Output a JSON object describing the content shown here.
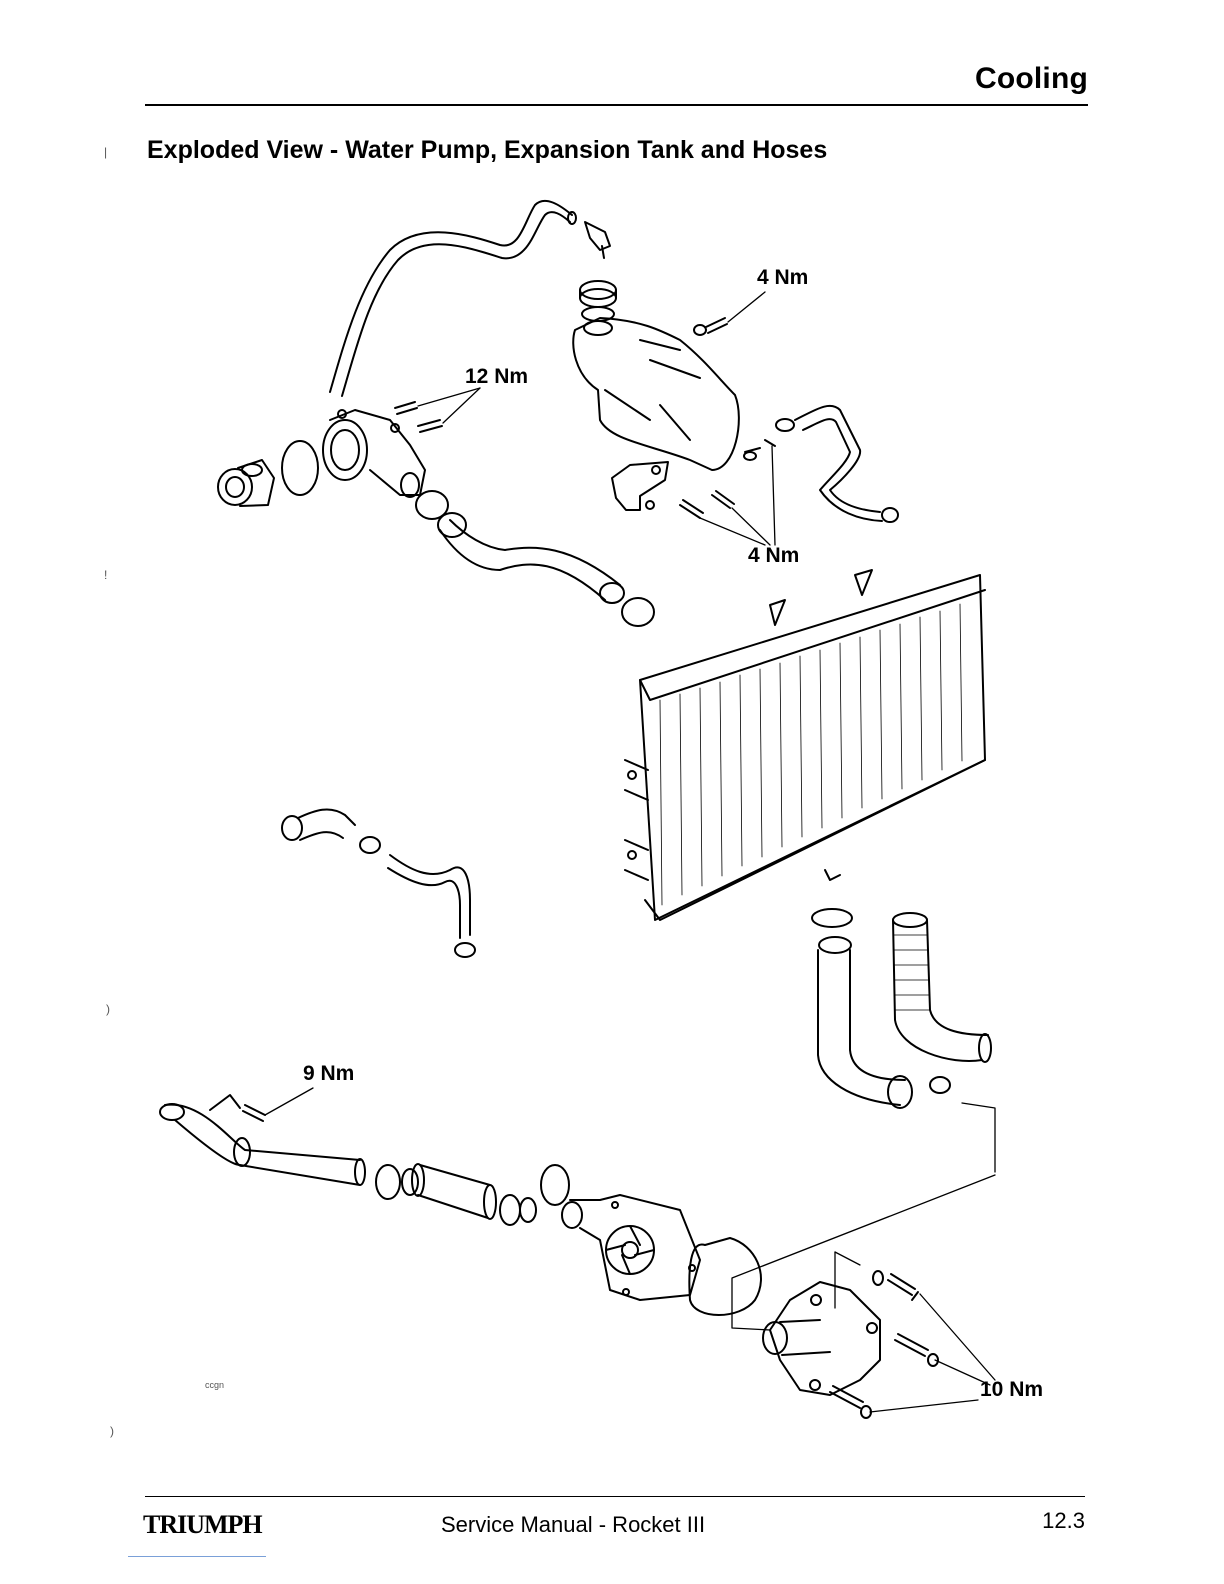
{
  "header": {
    "section": "Cooling"
  },
  "page": {
    "title": "Exploded View - Water Pump, Expansion Tank and Hoses"
  },
  "diagram": {
    "torque_labels": {
      "expansion_tank_top": "4 Nm",
      "thermostat_housing": "12 Nm",
      "tank_bracket": "4 Nm",
      "pipe_bolt": "9 Nm",
      "pump_cover": "10 Nm"
    },
    "ref_code": "ccgn"
  },
  "footer": {
    "brand": "TRIUMPH",
    "manual_title": "Service Manual - Rocket III",
    "page_number": "12.3"
  }
}
